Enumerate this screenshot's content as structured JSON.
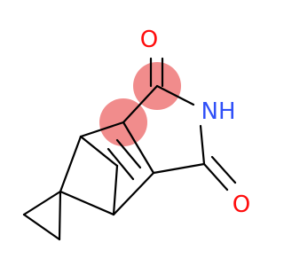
{
  "molecule": {
    "atoms": {
      "o_top": {
        "symbol": "O"
      },
      "nh": {
        "symbol": "NH"
      },
      "o_bottom": {
        "symbol": "O"
      }
    }
  },
  "colors": {
    "bond": "#000000",
    "oxygen": "#ff0d0d",
    "nitrogen": "#3050f8",
    "highlight": "#f08080"
  }
}
